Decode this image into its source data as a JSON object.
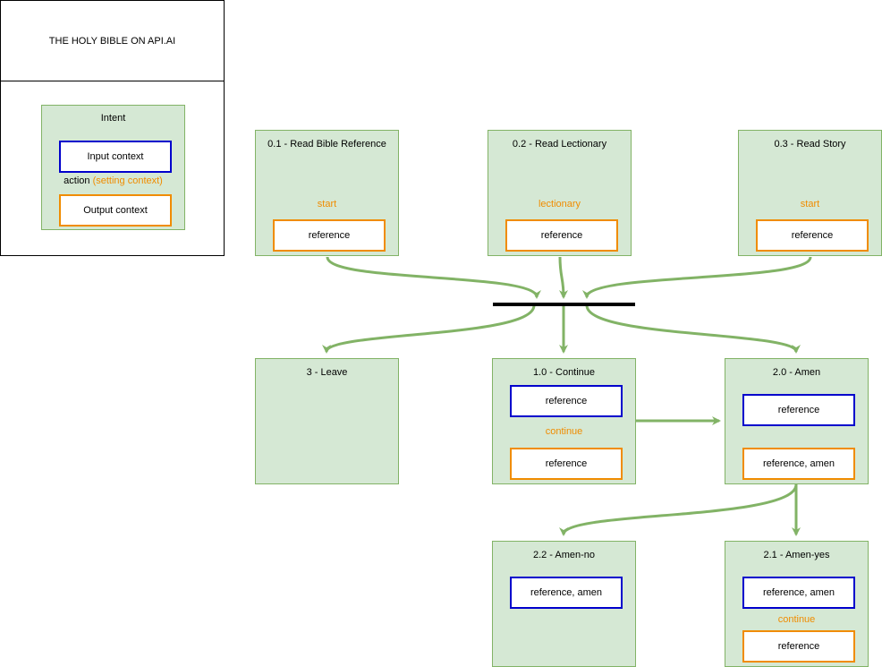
{
  "legend": {
    "title": "THE HOLY BIBLE ON API.AI",
    "intent_label": "Intent",
    "input_context": "Input context",
    "action_word": "action",
    "action_paren": "(setting context)",
    "output_context": "Output context"
  },
  "nodes": {
    "n01": {
      "title": "0.1 - Read Bible Reference",
      "action": "start",
      "output": "reference"
    },
    "n02": {
      "title": "0.2 - Read Lectionary",
      "action": "lectionary",
      "output": "reference"
    },
    "n03": {
      "title": "0.3 - Read Story",
      "action": "start",
      "output": "reference"
    },
    "n3": {
      "title": "3 - Leave"
    },
    "n10": {
      "title": "1.0 - Continue",
      "input": "reference",
      "action": "continue",
      "output": "reference"
    },
    "n20": {
      "title": "2.0 - Amen",
      "input": "reference",
      "output": "reference, amen"
    },
    "n22": {
      "title": "2.2 - Amen-no",
      "input": "reference, amen"
    },
    "n21": {
      "title": "2.1 - Amen-yes",
      "input": "reference, amen",
      "action": "continue",
      "output": "reference"
    }
  },
  "colors": {
    "node_fill": "#d5e8d4",
    "node_border": "#82b366",
    "input_border": "#0000cc",
    "output_border": "#f08c00",
    "action_text": "#f08c00",
    "edge": "#82b366",
    "sync_bar": "#000000"
  }
}
